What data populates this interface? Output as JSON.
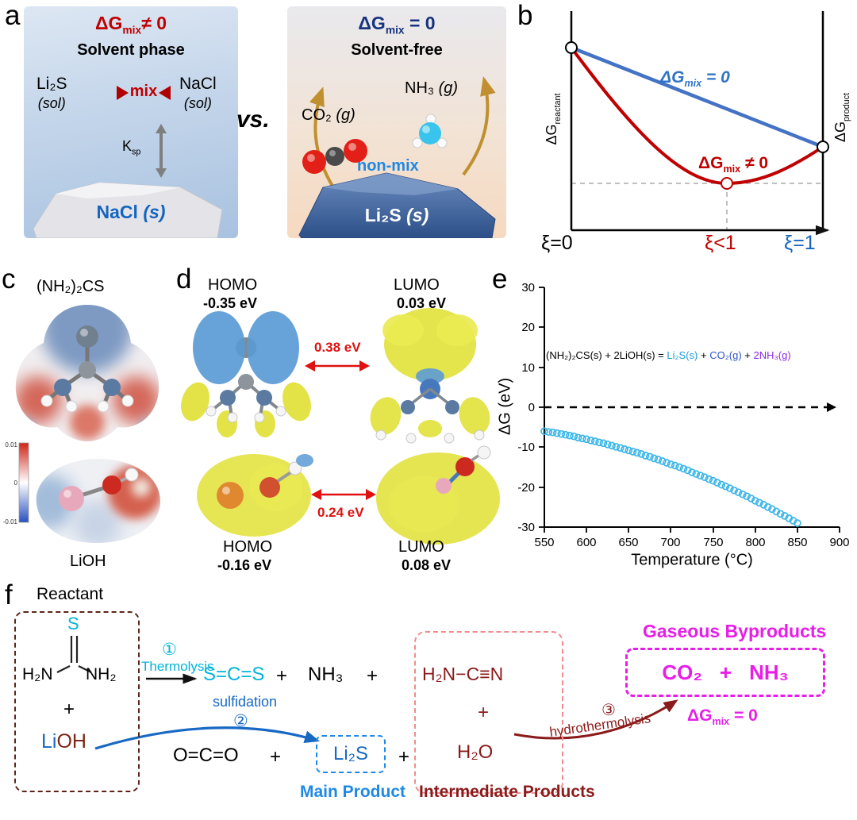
{
  "colors": {
    "red": "#c00000",
    "navy": "#17337f",
    "blue": "#1769c4",
    "light_blue": "#1e88e5",
    "cyan": "#00b4d8",
    "maroon": "#8b1a1a",
    "magenta": "#e81ee8",
    "gold": "#c09030",
    "scatter_cyan": "#3db6e8"
  },
  "panel_a": {
    "label": "a",
    "vs": "vs.",
    "solvent": {
      "dg_pre": "ΔG",
      "dg_sub": "mix",
      "dg_post": "≠ 0",
      "title": "Solvent phase",
      "li2s": "Li₂S",
      "li2s_state": "(sol)",
      "mix": "mix",
      "nacl": "NaCl",
      "nacl_state": "(sol)",
      "ksp_pre": "K",
      "ksp_sub": "sp",
      "crystal": "NaCl",
      "crystal_state": "(s)"
    },
    "solvent_free": {
      "dg_pre": "ΔG",
      "dg_sub": "mix",
      "dg_post": " = 0",
      "title": "Solvent-free",
      "co2": "CO₂",
      "co2_state": "(g)",
      "nh3": "NH₃",
      "nh3_state": "(g)",
      "nonmix": "non-mix",
      "crystal": "Li₂S",
      "crystal_state": "(s)"
    }
  },
  "panel_b": {
    "label": "b",
    "line_zero_pre": "ΔG",
    "line_zero_sub": "mix",
    "line_zero_post": " = 0",
    "line_nonzero_pre": "ΔG",
    "line_nonzero_sub": "mix",
    "line_nonzero_post": " ≠ 0",
    "yleft_pre": "ΔG",
    "yleft_sub": "reactant",
    "yright_pre": "ΔG",
    "yright_sub": "product",
    "xtick_0": "ξ=0",
    "xtick_mid": "ξ<1",
    "xtick_1": "ξ=1"
  },
  "panel_c": {
    "label": "c",
    "thiourea": "(NH₂)₂CS",
    "lioh": "LiOH",
    "scale_top": "0.01",
    "scale_mid": "0",
    "scale_bottom": "-0.01"
  },
  "panel_d": {
    "label": "d",
    "homo1": "HOMO",
    "homo1_ev": "-0.35 eV",
    "lumo1": "LUMO",
    "lumo1_ev": "0.03 eV",
    "gap1": "0.38 eV",
    "homo2": "HOMO",
    "homo2_ev": "-0.16 eV",
    "lumo2": "LUMO",
    "lumo2_ev": "0.08 eV",
    "gap2": "0.24 eV"
  },
  "panel_e": {
    "label": "e",
    "eq_reactants": "(NH₂)₂CS(s) + 2LiOH(s) = ",
    "eq_li2s": "Li₂S(s)",
    "eq_plus1": " + ",
    "eq_co2": "CO₂(g)",
    "eq_plus2": " + ",
    "eq_nh3": "2NH₃(g)",
    "ylabel": "ΔG (eV)",
    "xlabel": "Temperature (°C)",
    "y_ticks": [
      "30",
      "20",
      "10",
      "0",
      "-10",
      "-20",
      "-30"
    ],
    "x_ticks": [
      "550",
      "600",
      "650",
      "700",
      "750",
      "800",
      "850",
      "900"
    ]
  },
  "chart_data": {
    "type": "scatter",
    "xlabel": "Temperature (°C)",
    "ylabel": "ΔG (eV)",
    "xlim": [
      537,
      905
    ],
    "ylim": [
      -30,
      30
    ],
    "x_start": 550,
    "x_step": 5,
    "values": [
      -6.0,
      -6.2,
      -6.3,
      -6.5,
      -6.7,
      -6.9,
      -7.1,
      -7.3,
      -7.6,
      -7.8,
      -8.0,
      -8.3,
      -8.5,
      -8.8,
      -9.0,
      -9.3,
      -9.6,
      -9.9,
      -10.2,
      -10.5,
      -10.8,
      -11.1,
      -11.4,
      -11.7,
      -12.1,
      -12.4,
      -12.8,
      -13.1,
      -13.5,
      -13.9,
      -14.3,
      -14.6,
      -15.0,
      -15.4,
      -15.8,
      -16.3,
      -16.7,
      -17.1,
      -17.5,
      -18.0,
      -18.4,
      -18.9,
      -19.4,
      -19.8,
      -20.3,
      -20.8,
      -21.3,
      -21.8,
      -22.3,
      -22.8,
      -23.4,
      -23.9,
      -24.4,
      -25.0,
      -25.5,
      -26.1,
      -26.7,
      -27.2,
      -27.8,
      -28.4,
      -29.0
    ],
    "zero_line": "dashed",
    "marker": "open-circle",
    "marker_color": "#3db6e8"
  },
  "panel_f": {
    "label": "f",
    "reactant_title": "Reactant",
    "s_atom": "S",
    "h2n": "H₂N",
    "nh2": "NH₂",
    "plus": "+",
    "li": "Li",
    "oh": "OH",
    "step1_num": "①",
    "step1_name": "Thermolysis",
    "cs2": "S=C=S",
    "nh3": "NH₃",
    "h2ncn": "H₂N−C≡N",
    "step2_name": "sulfidation",
    "step2_num": "②",
    "oco": "O=C=O",
    "li2s": "Li₂S",
    "h2o": "H₂O",
    "step3_num": "③",
    "step3_name": "hydrothermolysis",
    "gaseous_title": "Gaseous Byproducts",
    "byproduct_co2": "CO₂",
    "byproduct_plus": "+",
    "byproduct_nh3": "NH₃",
    "dg_pre": "ΔG",
    "dg_sub": "mix",
    "dg_post": " = 0",
    "main_product": "Main Product",
    "intermediate": "Intermediate Products"
  }
}
